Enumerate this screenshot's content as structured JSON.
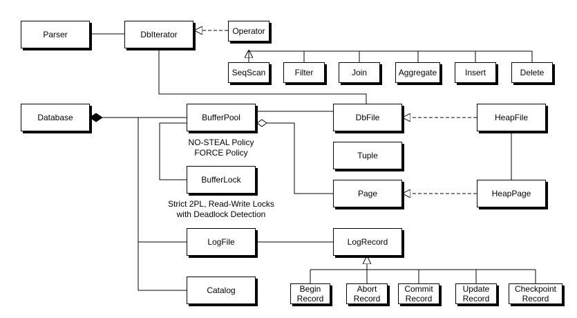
{
  "classes": {
    "parser": "Parser",
    "dbiterator": "DbIterator",
    "operator": "Operator",
    "seqscan": "SeqScan",
    "filter": "Filter",
    "join": "Join",
    "aggregate": "Aggregate",
    "insert": "Insert",
    "delete": "Delete",
    "database": "Database",
    "bufferpool": "BufferPool",
    "dbfile": "DbFile",
    "heapfile": "HeapFile",
    "tuple": "Tuple",
    "bufferlock": "BufferLock",
    "page": "Page",
    "heappage": "HeapPage",
    "logfile": "LogFile",
    "logrecord": "LogRecord",
    "catalog": "Catalog",
    "begin_record": "Begin\nRecord",
    "abort_record": "Abort\nRecord",
    "commit_record": "Commit\nRecord",
    "update_record": "Update\nRecord",
    "checkpoint_record": "Checkpoint\nRecord"
  },
  "notes": {
    "bufferpool_policy": "NO-STEAL Policy\nFORCE Policy",
    "bufferlock_policy": "Strict 2PL, Read-Write Locks\nwith Deadlock Detection"
  }
}
